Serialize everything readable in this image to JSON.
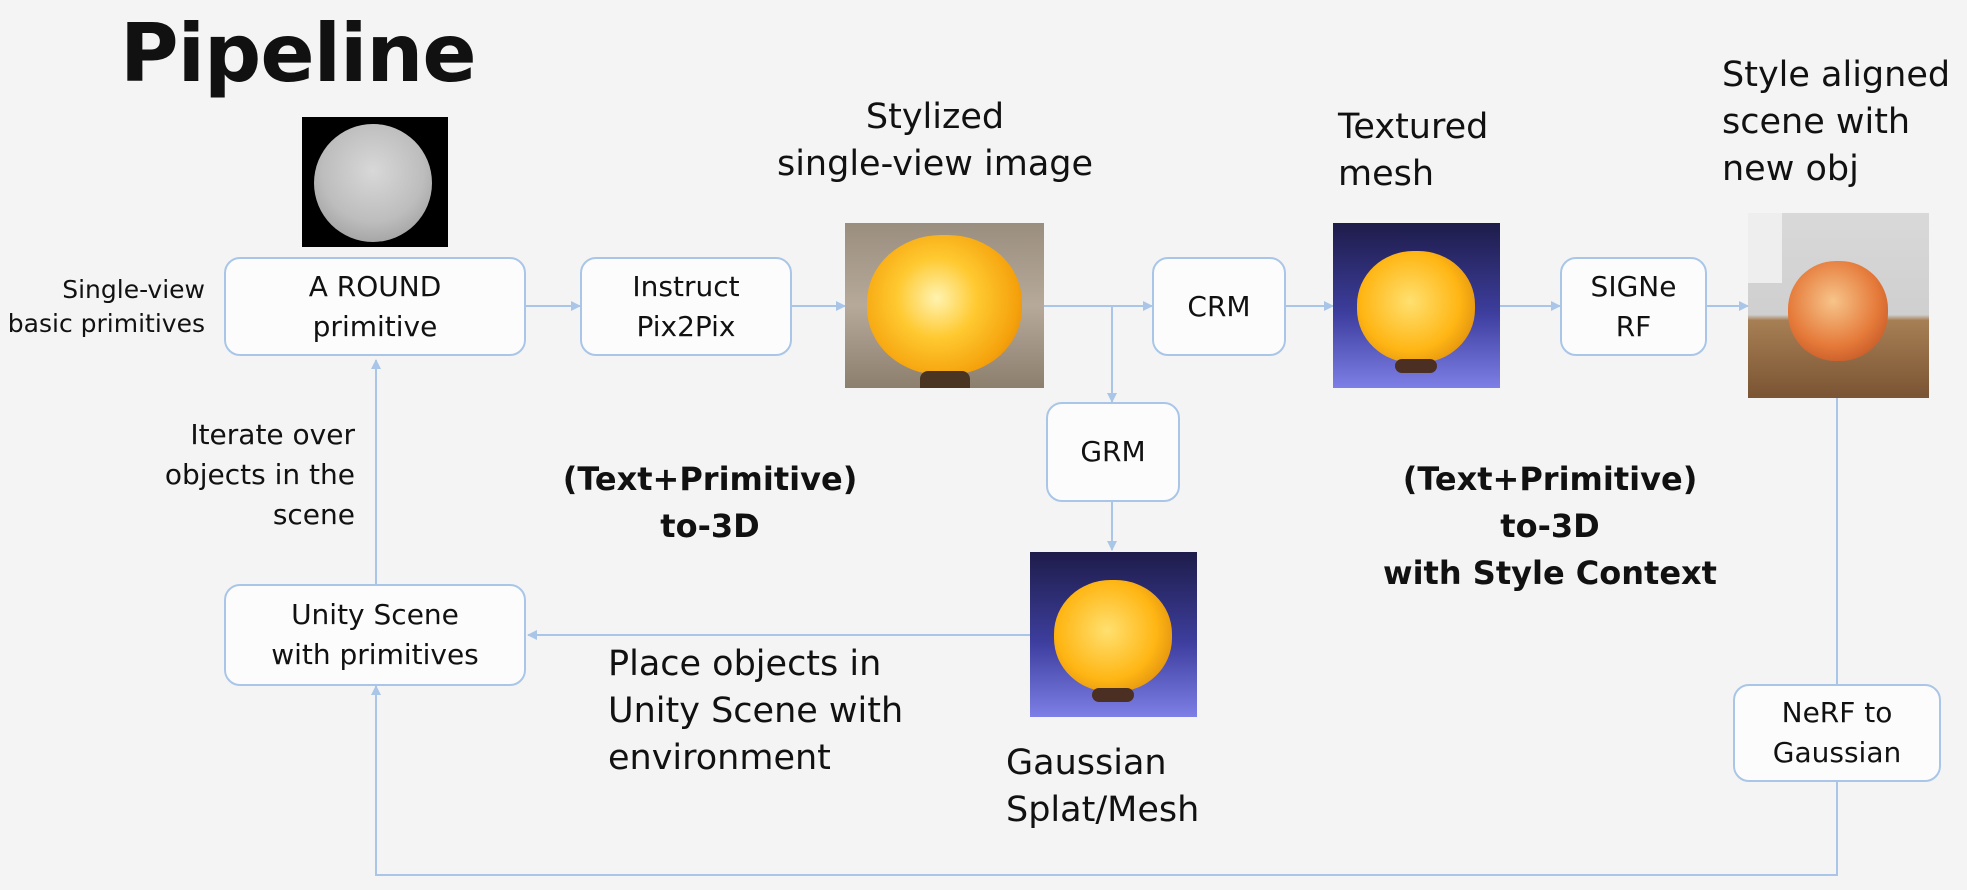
{
  "title": "Pipeline",
  "side_labels": {
    "single_view": "Single-view\nbasic primitives",
    "iterate": "Iterate over\nobjects in the\nscene"
  },
  "boxes": {
    "round_primitive": "A ROUND\nprimitive",
    "instruct_pix2pix": "Instruct\nPix2Pix",
    "crm": "CRM",
    "signerf": "SIGNe\nRF",
    "grm": "GRM",
    "unity_scene": "Unity Scene\nwith primitives",
    "nerf_to_gaussian": "NeRF to\nGaussian"
  },
  "captions": {
    "stylized": "Stylized\nsingle-view image",
    "textured_mesh": "Textured\nmesh",
    "style_aligned": "Style aligned\nscene with\nnew obj",
    "gaussian": "Gaussian\nSplat/Mesh",
    "place_objects": "Place objects in\nUnity Scene with\nenvironment"
  },
  "headings": {
    "text_primitive": "(Text+Primitive)\nto-3D",
    "text_primitive_style": "(Text+Primitive)\nto-3D\nwith Style Context"
  },
  "colors": {
    "arrow": "#a9c6e8",
    "background": "#f4f4f4"
  }
}
